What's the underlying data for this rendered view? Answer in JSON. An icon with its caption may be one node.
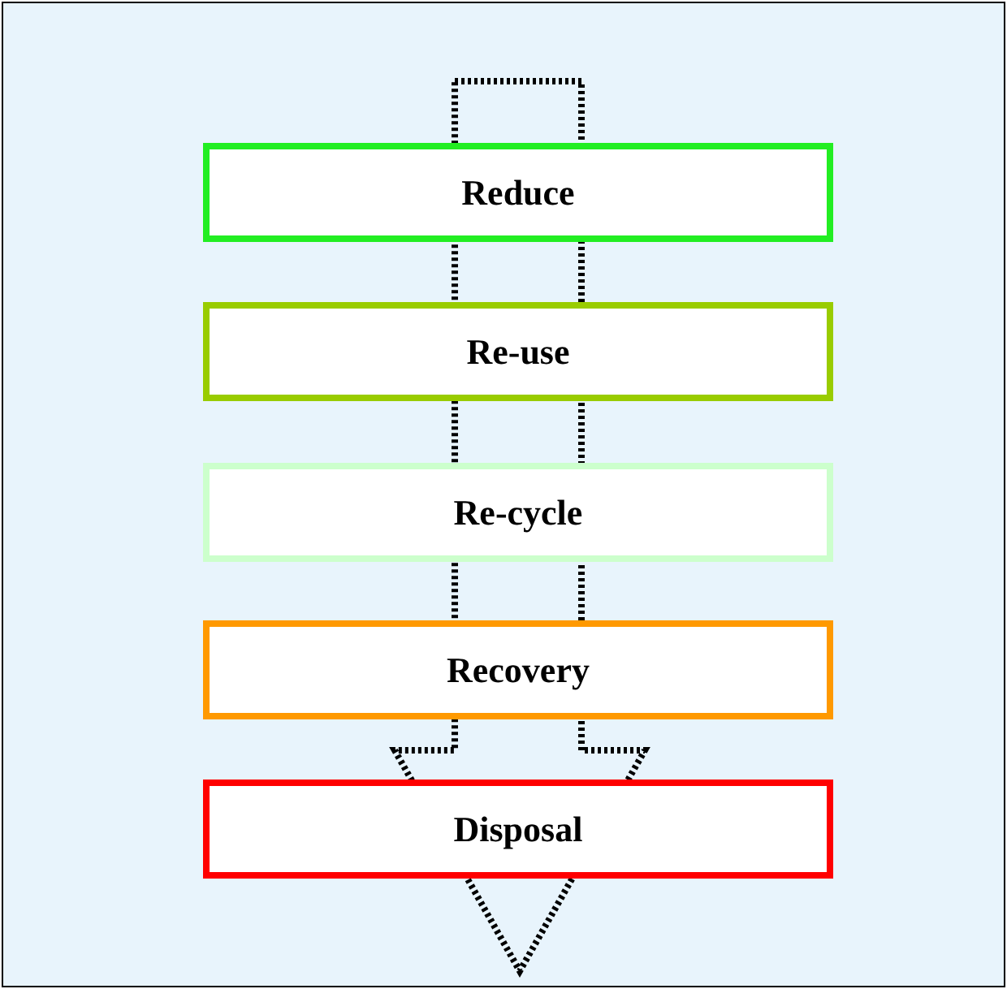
{
  "diagram": {
    "nodes": [
      {
        "text": [
          "Reduce"
        ]
      },
      {
        "text": [
          "Re-use"
        ]
      },
      {
        "text": [
          "Re-cycle"
        ]
      },
      {
        "text": [
          "Recovery"
        ]
      },
      {
        "text": [
          "Disposal"
        ]
      }
    ]
  }
}
